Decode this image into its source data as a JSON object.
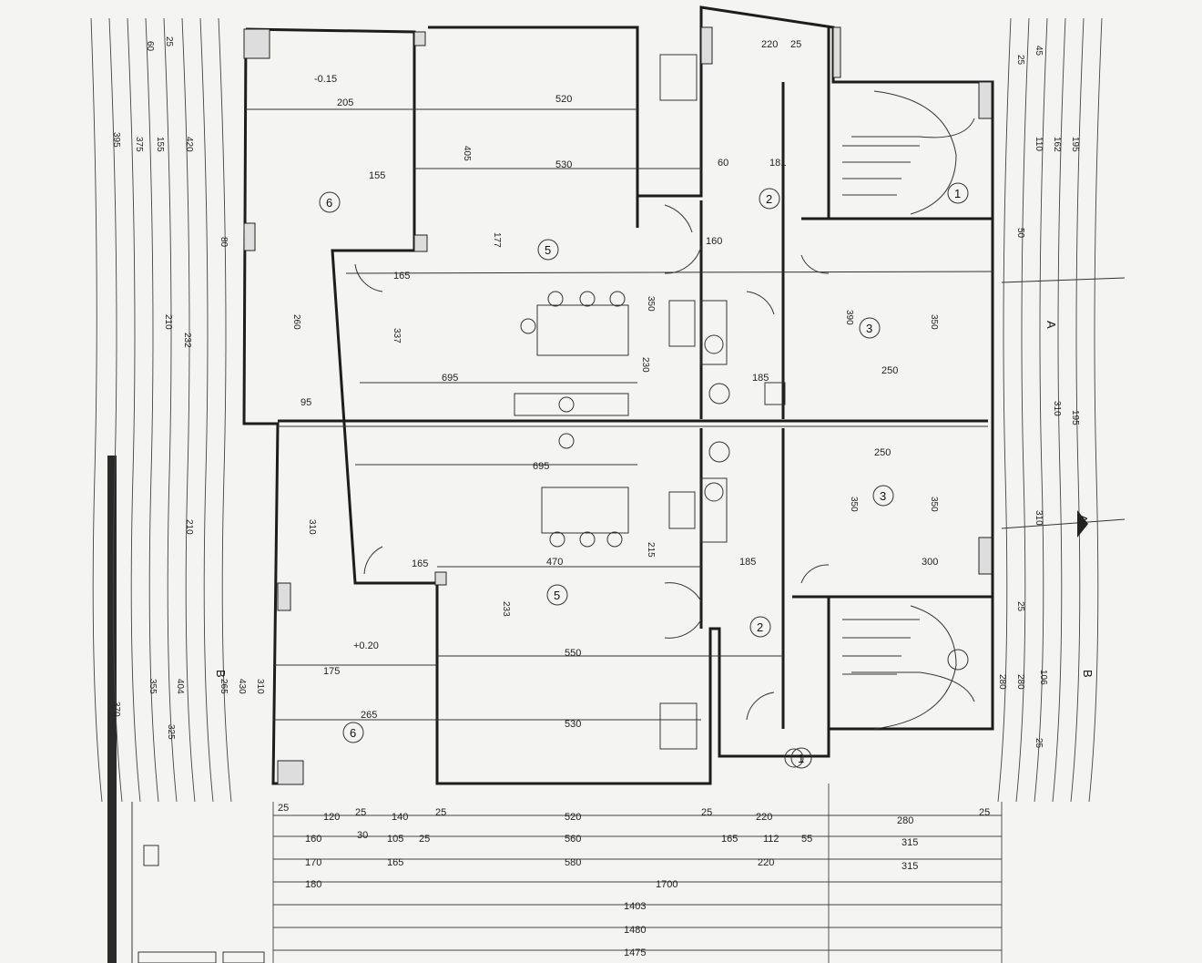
{
  "plan": {
    "rooms_upper": [
      {
        "num": "1"
      },
      {
        "num": "2"
      },
      {
        "num": "3"
      },
      {
        "num": "5"
      },
      {
        "num": "6"
      }
    ],
    "rooms_lower": [
      {
        "num": "1"
      },
      {
        "num": "2"
      },
      {
        "num": "3"
      },
      {
        "num": "5"
      },
      {
        "num": "6"
      }
    ],
    "dims_bottom": [
      [
        "25",
        "120",
        "25",
        "140",
        "25",
        "520",
        "25",
        "220",
        "280",
        "25"
      ],
      [
        "160",
        "30",
        "105",
        "25",
        "560",
        "165",
        "112",
        "55",
        "315"
      ],
      [
        "170",
        "165",
        "580",
        "220",
        "315"
      ],
      [
        "180",
        "1700"
      ],
      [
        "1403"
      ],
      [
        "1480"
      ],
      [
        "1475"
      ]
    ],
    "dims_top": [
      "220",
      "25"
    ],
    "dims_upper_interior": [
      "520",
      "530",
      "695",
      "205",
      "155",
      "165",
      "250",
      "260",
      "337",
      "405",
      "177",
      "350",
      "230",
      "60",
      "181",
      "160",
      "185",
      "350",
      "390",
      "95"
    ],
    "dims_lower_interior": [
      "695",
      "470",
      "550",
      "530",
      "265",
      "175",
      "165",
      "215",
      "185",
      "350",
      "300",
      "350",
      "250",
      "233",
      "310",
      "280"
    ],
    "left_dims": [
      "25",
      "60",
      "395",
      "420",
      "375",
      "155",
      "80",
      "210",
      "232",
      "325",
      "265",
      "404",
      "430",
      "355",
      "310",
      "370",
      "210"
    ],
    "right_dims": [
      "25",
      "45",
      "162",
      "195",
      "110",
      "50",
      "310",
      "310",
      "25",
      "280",
      "25",
      "106",
      "195"
    ],
    "section_marks": [
      "A",
      "A",
      "B",
      "B"
    ],
    "level_marks": [
      "-0.15",
      "+0.20"
    ]
  }
}
